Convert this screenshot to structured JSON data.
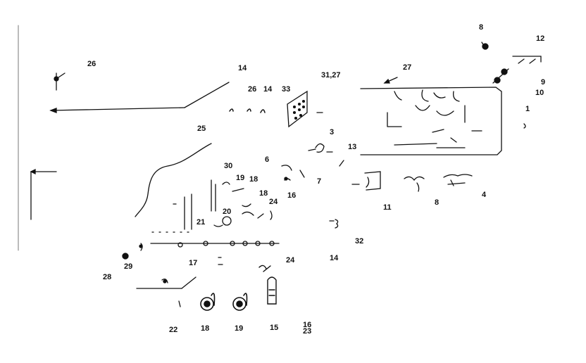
{
  "diagram": {
    "callouts": {
      "c1": "8",
      "c2": "12",
      "c3": "26",
      "c4": "14",
      "c5": "27",
      "c6": "31,27",
      "c7": "26",
      "c8": "14",
      "c9": "33",
      "c10": "9",
      "c11": "10",
      "c12": "1",
      "c13": "25",
      "c14": "3",
      "c15": "13",
      "c16": "6",
      "c17": "30",
      "c18": "19",
      "c19": "18",
      "c20": "7",
      "c21": "18",
      "c22": "16",
      "c23": "11",
      "c24": "8",
      "c25": "4",
      "c26": "24",
      "c27": "20",
      "c28": "21",
      "c29": "32",
      "c30": "29",
      "c31": "17",
      "c32": "24",
      "c33": "14",
      "c34": "28",
      "c35": "22",
      "c36": "18",
      "c37": "19",
      "c38": "15",
      "c39": {
        "top": "16",
        "bottom": "23"
      }
    }
  }
}
